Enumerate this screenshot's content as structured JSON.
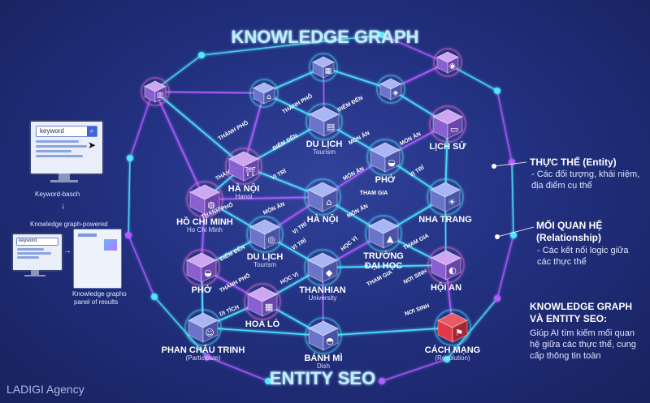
{
  "title": "KNOWLEDGE GRAPH",
  "footer_title": "ENTITY SEO",
  "brand": "LADIGI Agency",
  "left_panel": {
    "search_value": "keyword",
    "caption_1": "Keyword-basch",
    "caption_2": "Knowledge graph-powered",
    "mini_search": "keyword",
    "caption_3": "Knowledge grapho",
    "caption_4": "panel of results"
  },
  "right_panel": {
    "entity_head": "THỰC THỂ (Entity)",
    "entity_body": "- Các đối tượng, khái niệm, địa điểm cụ thể",
    "relation_head_1": "MỐI QUAN HỆ",
    "relation_head_2": "(Relationship)",
    "relation_body": "- Các kết nối logic giữa các thực thể",
    "kg_head_1": "KNOWLEDGE GRAPH",
    "kg_head_2": "VÀ ENTITY SEO:",
    "kg_body": "Giúp AI tìm kiếm mối quan hệ giữa các thực thể, cung cấp thông tin toàn"
  },
  "colors": {
    "cyan": "#4ee8ff",
    "purple": "#b25dff",
    "pink": "#ff70d8",
    "red_node": "#e03a4a"
  },
  "nodes": [
    {
      "id": "top1",
      "label": "",
      "sub": "",
      "icon": "city-icon"
    },
    {
      "id": "top2",
      "label": "",
      "sub": "",
      "icon": "temple-icon"
    },
    {
      "id": "top3",
      "label": "",
      "sub": "",
      "icon": "building-icon"
    },
    {
      "id": "top4",
      "label": "",
      "sub": "",
      "icon": "map-icon"
    },
    {
      "id": "top5",
      "label": "",
      "sub": "",
      "icon": "camera-icon"
    },
    {
      "id": "du_lich_1",
      "label": "DU LỊCH",
      "sub": "Tourism",
      "icon": "luggage-icon"
    },
    {
      "id": "lich_su",
      "label": "LỊCH SỬ",
      "sub": "",
      "icon": "book-icon"
    },
    {
      "id": "ha_noi_1",
      "label": "HÀ NỘI",
      "sub": "Hanoi",
      "icon": "pagoda-icon"
    },
    {
      "id": "pho_1",
      "label": "PHỞ",
      "sub": "",
      "icon": "bowl-icon"
    },
    {
      "id": "ho_chi_minh",
      "label": "HỒ CHÍ MINH",
      "sub": "Ho Chi Minh",
      "icon": "location-icon"
    },
    {
      "id": "ha_noi_center",
      "label": "HÀ NỘI",
      "sub": "",
      "icon": "landmark-icon"
    },
    {
      "id": "nha_trang",
      "label": "NHA TRANG",
      "sub": "",
      "icon": "beach-icon"
    },
    {
      "id": "du_lich_2",
      "label": "DU LỊCH",
      "sub": "Tourism",
      "icon": "globe-icon"
    },
    {
      "id": "truong_dh",
      "label": "TRƯỜNG ĐẠI HỌC",
      "sub": "",
      "icon": "school-icon"
    },
    {
      "id": "pho_2",
      "label": "PHỞ",
      "sub": "",
      "icon": "bowl-icon"
    },
    {
      "id": "thanhian",
      "label": "THANHIAN",
      "sub": "University",
      "icon": "graduation-icon"
    },
    {
      "id": "hoi_an",
      "label": "HỘI AN",
      "sub": "",
      "icon": "lantern-icon"
    },
    {
      "id": "hoa_lo",
      "label": "HOA LÒ",
      "sub": "",
      "icon": "prison-icon"
    },
    {
      "id": "phan_chau_trinh",
      "label": "PHAN CHÂU TRINH",
      "sub": "(Participate)",
      "icon": "person-icon"
    },
    {
      "id": "banh_mi",
      "label": "BÁNH MÌ",
      "sub": "Dish",
      "icon": "bread-icon"
    },
    {
      "id": "cach_mang",
      "label": "CÁCH MẠNG",
      "sub": "(Revolution)",
      "icon": "flag-icon"
    }
  ],
  "edge_labels": [
    "THÀNH PHỐ",
    "ĐIỂM ĐẾN",
    "THÀNH PHỐ",
    "ĐIỂM ĐẾN",
    "MÓN ĂN",
    "MÓN ĂN",
    "THÀNH PHỐ",
    "VỊ TRÍ",
    "MÓN ĂN",
    "VỊ TRÍ",
    "THAM GIA",
    "THÀNH PHỐ",
    "MÓN ĂN",
    "MÓN ĂN",
    "VỊ TRÍ",
    "ĐIỂM ĐẾN",
    "VỊ TRÍ",
    "HỌC VỊ",
    "THAM GIA",
    "THÀNH PHỐ",
    "HỌC VỊ",
    "THAM GIA",
    "NƠI SINH",
    "DI TÍCH",
    "NƠI SINH"
  ]
}
